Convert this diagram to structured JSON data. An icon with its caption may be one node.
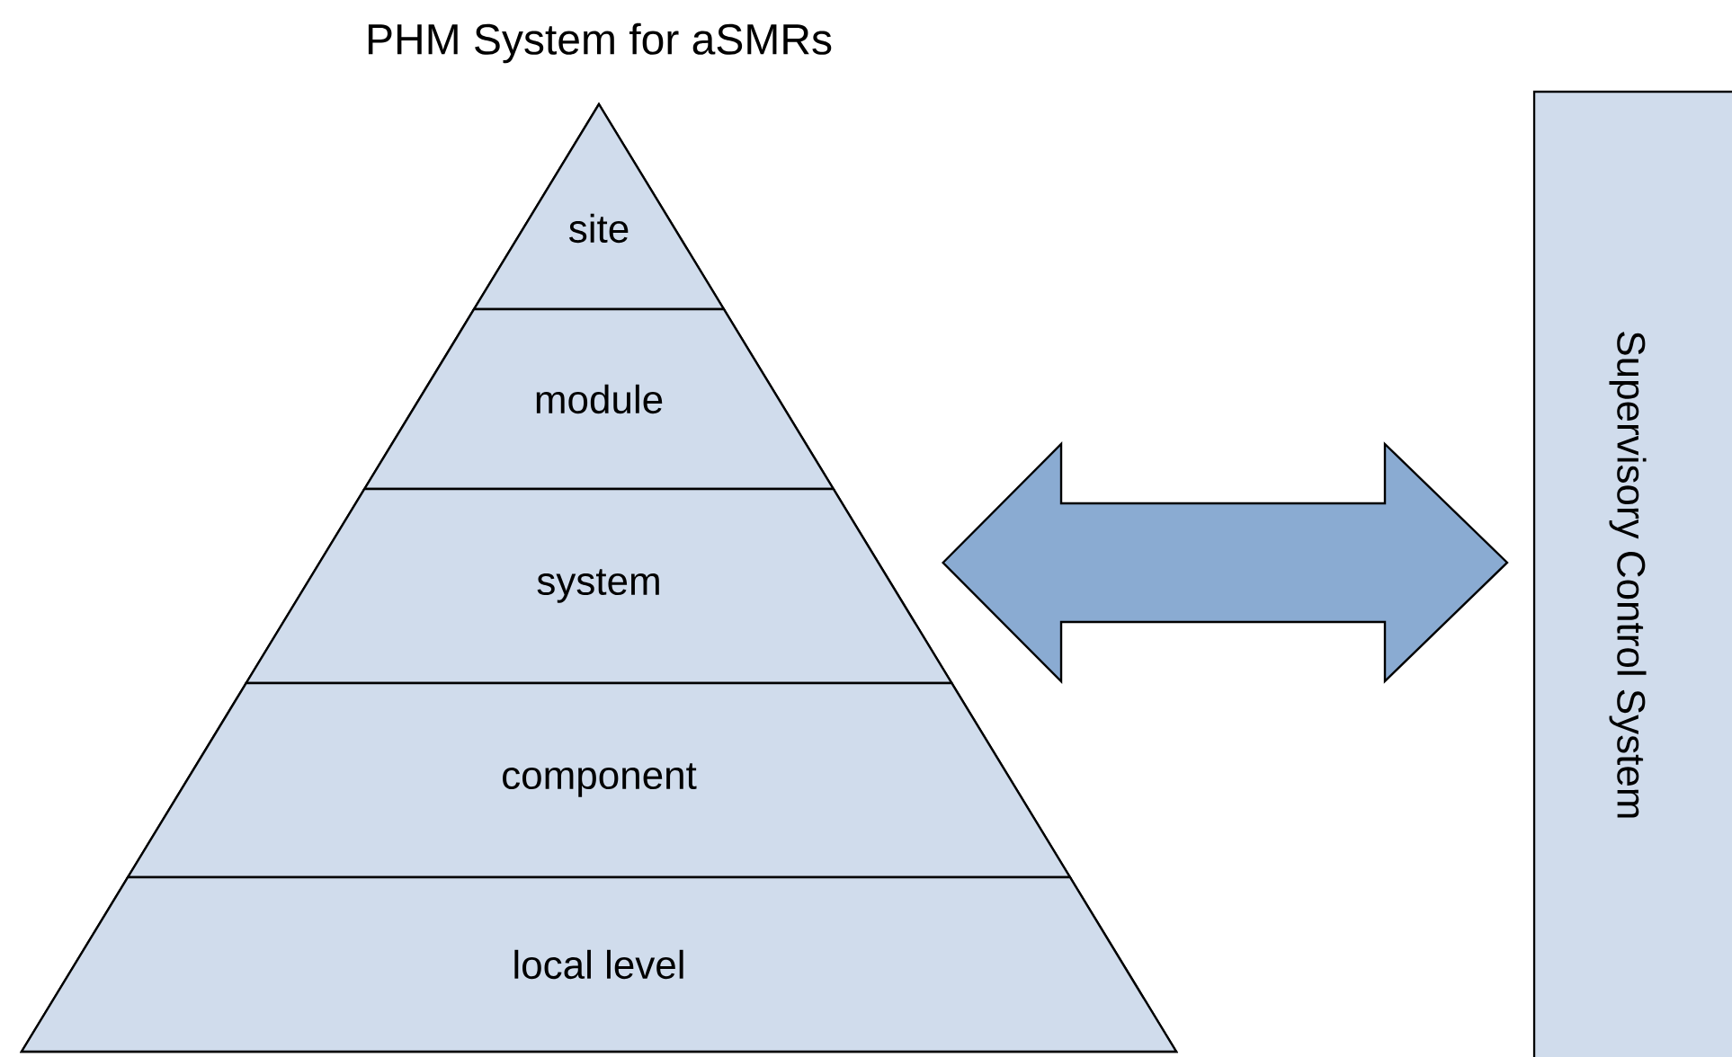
{
  "diagram": {
    "nodes": [
      {
        "text": [
          "PHM System for aSMRs"
        ]
      },
      {
        "text": [
          "site"
        ],
        "in": 0
      },
      {
        "text": [
          "module"
        ],
        "in": 0
      },
      {
        "text": [
          "system"
        ],
        "in": 0
      },
      {
        "text": [
          "component"
        ],
        "in": 0
      },
      {
        "text": [
          "local level"
        ],
        "in": 0
      },
      {
        "text": [
          "Supervisory Control System"
        ]
      }
    ],
    "edges": [
      {
        "from": 0,
        "to": 6,
        "arrow": "both"
      }
    ]
  }
}
